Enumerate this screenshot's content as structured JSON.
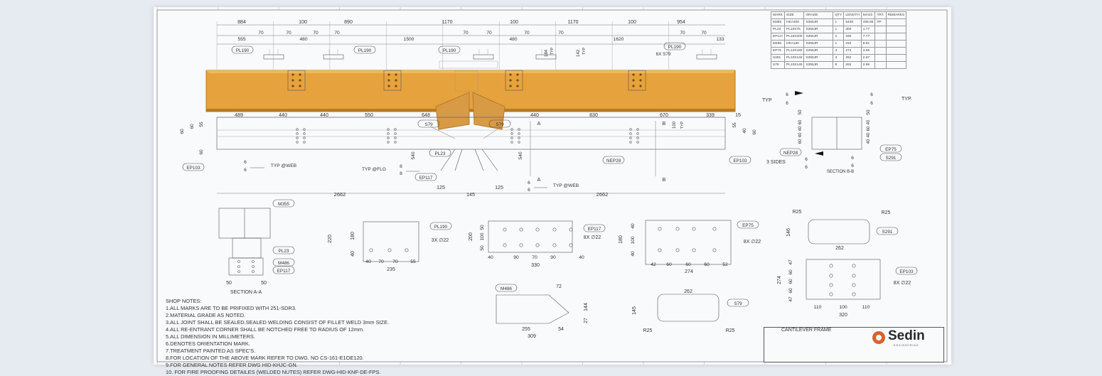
{
  "drawing": {
    "top_dims": [
      "884",
      "100",
      "890",
      "1170",
      "100",
      "1170",
      "100",
      "954"
    ],
    "sub_dims": [
      "70",
      "70",
      "480",
      "70",
      "70",
      "1500",
      "70",
      "70",
      "480",
      "70",
      "70",
      "1620",
      "70",
      "70",
      "555",
      "133"
    ],
    "bottom_dims": [
      "489",
      "440",
      "440",
      "550",
      "648",
      "440",
      "830",
      "670",
      "339",
      "15"
    ],
    "overall_dims": [
      "2662",
      "145",
      "2662",
      "125",
      "125"
    ],
    "left_dims": [
      "60",
      "60",
      "55",
      "60",
      "540",
      "540"
    ],
    "right_dims": [
      "55",
      "40",
      "60",
      "100",
      "TYP",
      "184",
      "TYP",
      "142",
      "TYP"
    ],
    "callouts": [
      "PL190",
      "PL190",
      "PL190",
      "PL190",
      "6X S79",
      "S79",
      "S79",
      "PL23",
      "EP117",
      "EP103",
      "EP103",
      "NEP28",
      "A",
      "A",
      "B",
      "B"
    ],
    "weld_notes": [
      "TYP @WEB",
      "TYP @FLG",
      "TYP @WEB"
    ],
    "weld_sizes": [
      "6",
      "6",
      "8",
      "8",
      "6",
      "6"
    ],
    "section_bb": {
      "callouts": [
        "TYP",
        "TYP.",
        "NEP28",
        "EP75",
        "S291",
        "3 SIDES"
      ],
      "dims": [
        "50",
        "50",
        "60",
        "40",
        "40",
        "60",
        "40",
        "40"
      ],
      "weld_sizes": [
        "6",
        "6",
        "6",
        "6",
        "6",
        "6",
        "6",
        "6"
      ],
      "label": "SECTION B-B"
    },
    "section_aa": {
      "callouts": [
        "M355",
        "PL23",
        "M486",
        "EP117"
      ],
      "dims": [
        "50",
        "50"
      ],
      "label": "SECTION A-A"
    },
    "pl190": {
      "label": "PL190",
      "holes": "3X ∅22",
      "dims": [
        "220",
        "180",
        "40",
        "40",
        "70",
        "70",
        "55",
        "235"
      ]
    },
    "ep117": {
      "label": "EP117",
      "holes": "8X ∅22",
      "dims": [
        "200",
        "50",
        "100",
        "50",
        "40",
        "90",
        "70",
        "90",
        "40",
        "330"
      ]
    },
    "ep75": {
      "label": "EP75",
      "holes": "8X ∅22",
      "dims": [
        "180",
        "40",
        "100",
        "40",
        "42",
        "60",
        "60",
        "60",
        "52",
        "274"
      ]
    },
    "s291": {
      "label": "S291",
      "dims": [
        "R25",
        "R25",
        "146",
        "262"
      ]
    },
    "ep103": {
      "label": "EP103",
      "holes": "8X ∅22",
      "dims": [
        "274",
        "47",
        "60",
        "60",
        "60",
        "47",
        "110",
        "100",
        "110",
        "320"
      ]
    },
    "m486": {
      "label": "M486",
      "dims": [
        "72",
        "144",
        "27",
        "255",
        "54",
        "309"
      ]
    },
    "s79": {
      "label": "S79",
      "dims": [
        "262",
        "145",
        "R25",
        "R25"
      ]
    }
  },
  "bom": {
    "headers": [
      "MARK",
      "SIZE",
      "GRADE",
      "QTY",
      "LENGTH",
      "MASS",
      "TRT.",
      "REMARKS"
    ],
    "rows": [
      [
        "M355",
        "HEA300",
        "S355JR",
        "1",
        "5438",
        "455.65",
        "FP",
        ""
      ],
      [
        "PL23",
        "PL10X75",
        "S355JR",
        "1",
        "300",
        "1.77",
        "",
        ""
      ],
      [
        "EP117",
        "PL16X200",
        "S355JR",
        "2",
        "330",
        "7.77",
        "",
        ""
      ],
      [
        "M486",
        "HEA180",
        "S355JR",
        "1",
        "310",
        "8.81",
        "",
        ""
      ],
      [
        "EP75",
        "PL12X180",
        "S355JR",
        "3",
        "274",
        "4.65",
        "",
        ""
      ],
      [
        "S291",
        "PL10X146",
        "S355JR",
        "3",
        "262",
        "2.97",
        "",
        ""
      ],
      [
        "S79",
        "PL10X145",
        "S355JR",
        "9",
        "262",
        "2.96",
        "",
        ""
      ]
    ]
  },
  "notes": {
    "title": "SHOP NOTES:",
    "items": [
      "1.ALL MARKS ARE TO BE PRIFIXED WITH 251-SDR3.",
      "2.MATERIAL GRADE AS NOTED.",
      "3.ALL JOINT SHALL BE SEALED.SEALED WELDING CONSIST OF FILLET WELD 3mm SIZE.",
      "4.ALL RE-ENTRANT CORNER SHALL BE NOTCHED FREE TO RADIUS OF 12mm.",
      "5.ALL DIMENSION IN MILLIMETERS.",
      "6.DENOTES ORIENTATION MARK.",
      "7.TREATMENT PAINTED AS SPEC'S.",
      "8.FOR LOCATION OF THE ABOVE MARK REFER TO DWG. NO CS-161-E1OE120.",
      "9.FOR GENERAL NOTES REFER DWG HID-KHJC-GN.",
      "10. FOR FIRE PROOFING DETAILES (WELDED NUTES) REFER DWG-HID-KNF-DE-FPS."
    ]
  },
  "title_block": {
    "title": "CANTILEVER FRAME",
    "logo_name": "Sedin",
    "logo_sub": "ENGINEERING"
  },
  "colors": {
    "beam": "#e6a23c",
    "beam_dark": "#b87a22",
    "plate": "#d89a45"
  }
}
